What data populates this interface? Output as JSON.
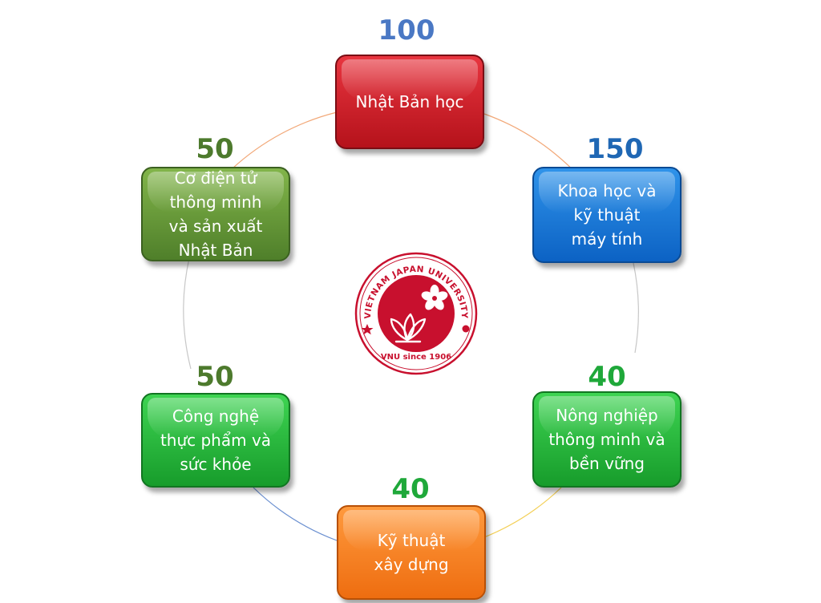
{
  "diagram": {
    "nodes": [
      {
        "id": "nhat-ban-hoc",
        "label": "Nhật Bản học",
        "count": "100",
        "count_color": "#4a78c4",
        "fill": "red"
      },
      {
        "id": "khoa-hoc-may-tinh",
        "label": "Khoa học và\nkỹ thuật\nmáy tính",
        "count": "150",
        "count_color": "#1f67b4",
        "fill": "blue"
      },
      {
        "id": "nong-nghiep",
        "label": "Nông nghiệp\nthông minh và\nbền vững",
        "count": "40",
        "count_color": "#1fa83a",
        "fill": "green"
      },
      {
        "id": "ky-thuat-xay-dung",
        "label": "Kỹ thuật\nxây dựng",
        "count": "40",
        "count_color": "#1fa83a",
        "fill": "orange"
      },
      {
        "id": "cong-nghe-thuc-pham",
        "label": "Công nghệ\nthực phẩm và\nsức khỏe",
        "count": "50",
        "count_color": "#4d7a2d",
        "fill": "green"
      },
      {
        "id": "co-dien-tu",
        "label": "Cơ điện tử\nthông minh\nvà sản xuất\nNhật Bản",
        "count": "50",
        "count_color": "#4d7a2d",
        "fill": "olive"
      }
    ],
    "logo": {
      "arc_text": "VIETNAM JAPAN UNIVERSITY",
      "bottom_text": "VNU since 1906",
      "primary_color": "#c8102e"
    }
  }
}
